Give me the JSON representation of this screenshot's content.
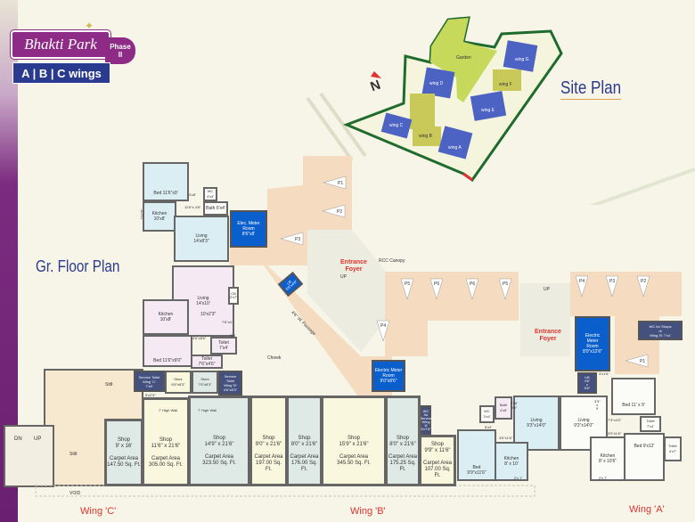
{
  "brand": {
    "name": "Bhakti Park",
    "phase": "Phase\nII",
    "wings": "A | B | C wings"
  },
  "colors": {
    "brand_purple": "#8d2b86",
    "brand_blue": "#2a3a8f",
    "site_boundary": "#1f6b2e",
    "wing_blocks": "#4d63c4",
    "wing_courts": "#c9c95a",
    "garden": "#c7d95a",
    "meter_room": "#0b5fcc",
    "wing_label": "#e0332e"
  },
  "site_plan": {
    "title": "Site Plan",
    "north": "N",
    "garden": "Garden",
    "wings": [
      "wing D",
      "wing C",
      "wing B",
      "wing A",
      "wing E",
      "wing F",
      "wing G"
    ]
  },
  "floor_plan": {
    "title": "Gr. Floor Plan",
    "wing_labels": [
      "Wing 'C'",
      "Wing 'B'",
      "Wing 'A'"
    ],
    "shops": [
      {
        "name": "Shop",
        "size": "9' x 16'",
        "area_label": "Carpet Area",
        "area": "147.50 Sq. Ft."
      },
      {
        "name": "Shop",
        "size": "11'6\" x 21'6\"",
        "area_label": "Carpet Area",
        "area": "305.00 Sq. Ft."
      },
      {
        "name": "Shop",
        "size": "14'9\" x 21'6\"",
        "area_label": "Carpet Area",
        "area": "323.50 Sq. Ft."
      },
      {
        "name": "Shop",
        "size": "9'0\" x 21'6\"",
        "area_label": "Carpet Area",
        "area": "197.00 Sq. Ft."
      },
      {
        "name": "Shop",
        "size": "8'0\" x 21'6\"",
        "area_label": "Carpet Area",
        "area": "176.00 Sq. Ft."
      },
      {
        "name": "Shop",
        "size": "15'9\" x 21'6\"",
        "area_label": "Carpet Area",
        "area": "345.50 Sq. Ft."
      },
      {
        "name": "Shop",
        "size": "8'0\" x 21'6\"",
        "area_label": "Carpet Area",
        "area": "175.25 Sq. Ft."
      },
      {
        "name": "Shop",
        "size": "9'9\" x 11'6\"",
        "area_label": "Carpet Area",
        "area": "107.00 Sq. Ft."
      }
    ],
    "wing_c": {
      "bed_top": "Bed 11'6\"x9'",
      "wc": "WC\n4'x3'",
      "passage": "3'x8'",
      "bath": "Bath 6'x4'",
      "lobby": "11'6\"x 4'8\"",
      "kitchen_top": "Kitchen\n10'x8'",
      "duct": "7'x2'6\"",
      "living_top": "Living\n14'x8'3\"",
      "meter": "Elec. Meter\nRoom\n8'6\"x8'",
      "living": "Living\n14'x10'",
      "dining": "10'x2'3\"",
      "cb": "CB\n2'x7'",
      "kitchen": "Kitchen\n10'x8'",
      "passage2": "7'6\"x4'",
      "w4": "W4",
      "bed": "Bed 11'6\"x9'0\"",
      "lobby2": "4'6\"x8'6\"",
      "toilet1": "Toilet\n7'x4'",
      "toilet2": "Toilet\n7'6\"x4'6\"",
      "service_toilet_c": "Service Toilet\nWing 'C'\n7'x6'",
      "store1": "Store\n6'6\"x8'3\"",
      "store2": "Store\n7'6\"x8'3\"",
      "service_toilet_b": "Service\nToilet\nWing 'B'\n4'6\"x8'3\"",
      "dim": "5'x2'3\"",
      "high_wall": "7' High Wall"
    },
    "common": {
      "stilt": "Stilt",
      "dn": "DN",
      "up": "UP",
      "void": "VOID",
      "chowk": "Chowk",
      "foyer": "Entrance\nFoyer",
      "rcc": "RCC Canopy",
      "passage": "4'6\" W. Passage",
      "lift": "Lift\n5'8\"x4'6\"",
      "meter_mid": "Electric Meter\nRoom\n9'0\"x8'6\"",
      "wc_service": "WC\nfor\nService\nWing\n'A'\n3'x7'6\"",
      "wc_shops": "WC for Shops\nof\nWing 'B' 7'x4'",
      "meter_right": "Electric\nMeter\nRoom\n8'0\"x12'6\"",
      "lift_right": "Lift\n4'6\"\nx\n5'6\"",
      "duct_right": "3'x1'6\""
    },
    "wing_a": {
      "bath": "Bath\n4'x8'",
      "wc": "WC\n3'x4'",
      "passage": "8'x3'",
      "dining": "3'x6'\n9'6\"",
      "living_left": "Living\n9'3\"x14'0\"",
      "lobby": "4'6\"x1'6\"",
      "bed_left": "Bed\n9'9\"x11'6\"",
      "kitchen_left": "Kitchen\n8' x 10'",
      "ledge_left": "2'x 7'",
      "living_right": "Living\n9'3\"x14'0\"",
      "dining_right": "3'3\"\nx\n9'",
      "bed_top": "Bed 11' x 9'",
      "passage_right": "7'3\"x4'0\"",
      "toilet1": "Toilet\n7'x4'",
      "lobby_right": "3'9\"x1'6\"",
      "kitchen_right": "Kitchen\n8' x 10'6\"",
      "ledge_right": "2'x 7'",
      "bed_right": "Bed 9'x12'",
      "toilet2": "Toilet\n4'x7'"
    },
    "pillars": [
      "P1",
      "P2",
      "P3",
      "P4",
      "P5",
      "P6",
      "P6",
      "P5",
      "P4",
      "P3",
      "P2",
      "P1"
    ]
  }
}
